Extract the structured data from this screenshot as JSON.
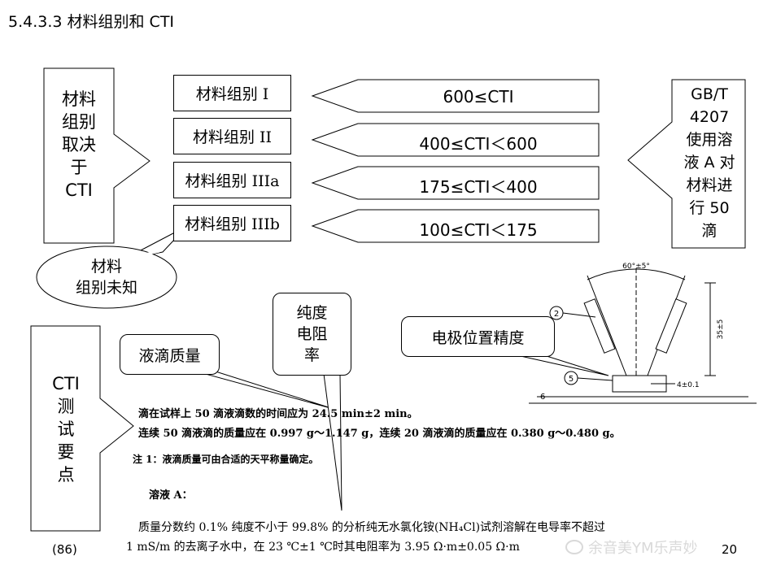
{
  "title": "5.4.3.3 材料组别和 CTI",
  "left_box": {
    "lines": [
      "材料",
      "组别",
      "取决",
      "于",
      "CTI"
    ]
  },
  "groups": [
    {
      "label": "材料组别 I",
      "range": "600≤CTI"
    },
    {
      "label": "材料组别 II",
      "range": "400≤CTI＜600"
    },
    {
      "label": "材料组别 IIIa",
      "range": "175≤CTI＜400"
    },
    {
      "label": "材料组别 IIIb",
      "range": "100≤CTI＜175"
    }
  ],
  "right_box": {
    "lines": [
      "GB/T",
      "4207",
      "使用溶",
      "液 A 对",
      "材料进",
      "行 50",
      "滴"
    ]
  },
  "unknown_bubble": {
    "lines": [
      "材料",
      "组别未知"
    ]
  },
  "test_box": {
    "lines": [
      "CTI",
      "测",
      "试",
      "要",
      "点"
    ]
  },
  "callouts": {
    "drop_mass": "液滴质量",
    "resistivity": [
      "纯度",
      "电阻",
      "率"
    ],
    "electrode": "电极位置精度"
  },
  "diagram_labels": {
    "angle": "60°±5°",
    "height": "35±5",
    "width": "4±0.1",
    "n2": "2",
    "n5": "5",
    "n6": "6"
  },
  "standard_text": {
    "line1": "滴在试样上 50 滴液滴数的时间应为 24.5 min±2 min。",
    "line2": "连续 50 滴液滴的质量应在 0.997 g～1.147 g，连续 20 滴液滴的质量应在 0.380 g～0.480 g。",
    "note": "注 1：液滴质量可由合适的天平称量确定。",
    "solution": "溶液 A：",
    "line3": "质量分数约 0.1% 纯度不小于 99.8% 的分析纯无水氯化铵(NH₄Cl)试剂溶解在电导率不超过",
    "line4": "1 mS/m 的去离子水中，在 23 ℃±1 ℃时其电阻率为 3.95 Ω·m±0.05 Ω·m"
  },
  "page_number": "(86)",
  "watermark": "余音美YM乐声妙",
  "slide_number": "20"
}
